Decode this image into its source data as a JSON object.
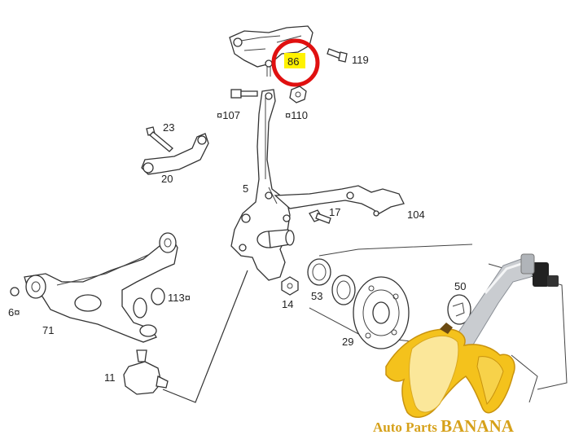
{
  "diagram": {
    "labels": {
      "p86": "86",
      "p119": "119",
      "p107": "¤107",
      "p110": "¤110",
      "p23": "23",
      "p20": "20",
      "p5": "5",
      "p17": "17",
      "p104": "104",
      "p113": "113¤",
      "p6": "6¤",
      "p71": "71",
      "p53": "53",
      "p14": "14",
      "p50": "50",
      "p29": "29",
      "p11": "11"
    },
    "highlight": {
      "ring_color": "#e01010",
      "tag_color": "#fff200"
    }
  },
  "brand": {
    "text_prefix": "Auto Parts ",
    "text_strong": "BANANA",
    "color": "#d6a11a"
  }
}
